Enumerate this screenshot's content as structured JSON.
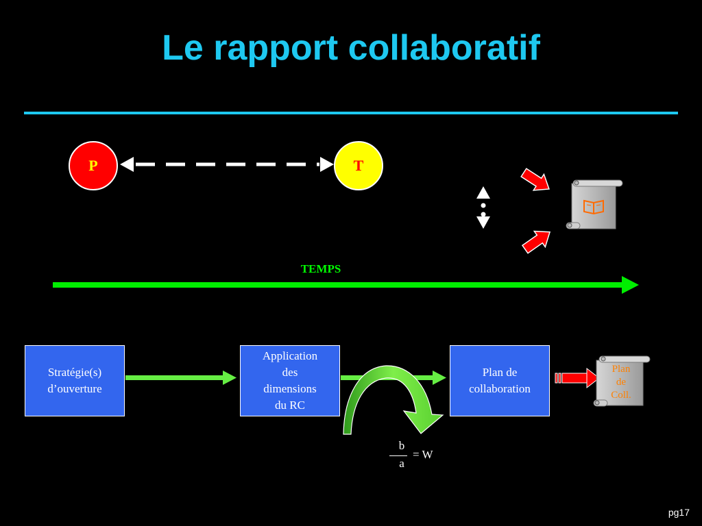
{
  "title": "Le rapport collaboratif",
  "nodes": {
    "p": "P",
    "t": "T"
  },
  "timeline": {
    "label": "TEMPS"
  },
  "boxes": {
    "strategie": [
      "Stratégie(s)",
      "d’ouverture"
    ],
    "application": [
      "Application",
      "des",
      "dimensions",
      "du RC"
    ],
    "plan": [
      "Plan de",
      "collaboration"
    ]
  },
  "scroll": {
    "lines": [
      "Plan",
      "de",
      "Coll."
    ]
  },
  "formula": {
    "numerator": "b",
    "denominator": "a",
    "result": "= W"
  },
  "page_number": "pg17",
  "icons": {
    "book": "book-icon"
  },
  "colors": {
    "title": "#1ec8f0",
    "p_node": "#ff0000",
    "t_node": "#ffff00",
    "timeline": "#00ff00",
    "box": "#3366ee",
    "red_arrow": "#ff0000",
    "scroll_text": "#ff8000"
  }
}
